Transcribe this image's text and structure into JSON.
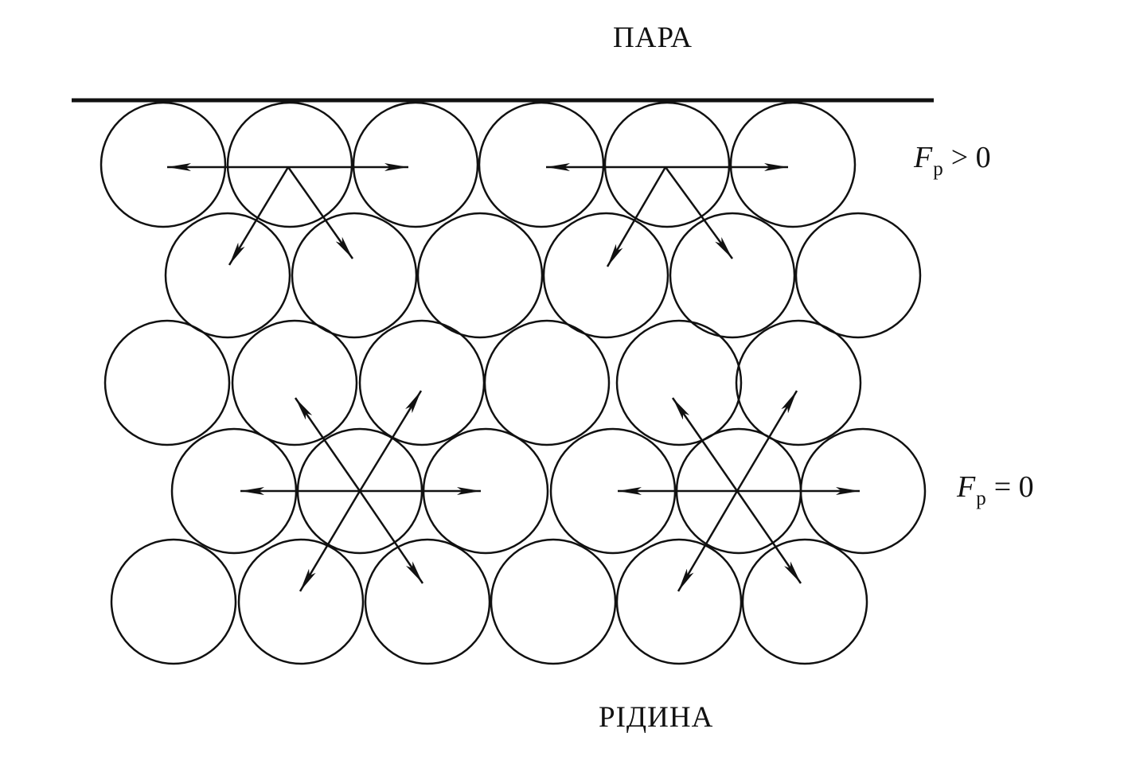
{
  "labels": {
    "vapor": "ПАРА",
    "liquid": "РІДИНА"
  },
  "forces": {
    "surface": {
      "symbol": "F",
      "subscript": "p",
      "relation": "> 0"
    },
    "bulk": {
      "symbol": "F",
      "subscript": "p",
      "relation": "= 0"
    }
  },
  "colors": {
    "ink": "#111111",
    "background": "#ffffff"
  }
}
